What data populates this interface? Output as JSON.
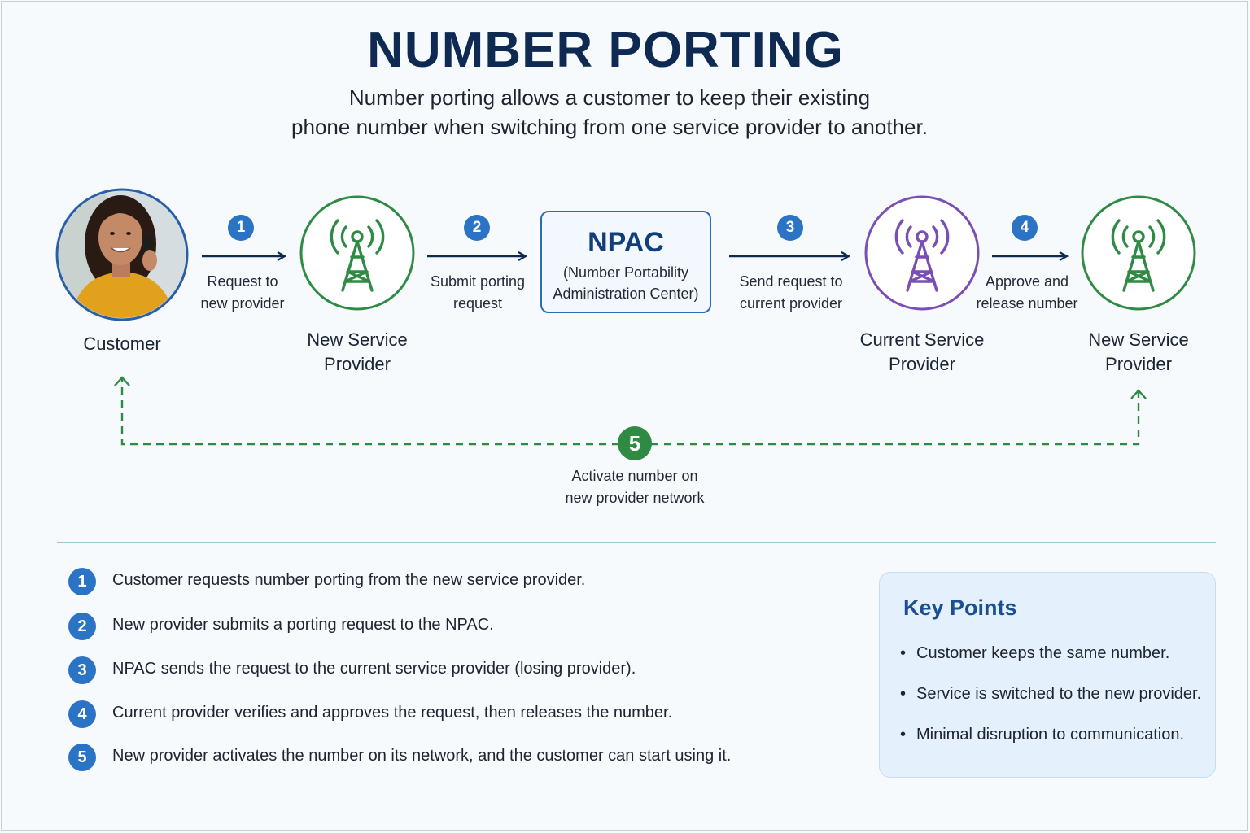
{
  "title": "NUMBER PORTING",
  "subtitle": [
    "Number porting allows a customer to keep their existing",
    "phone number when switching from one service provider to another."
  ],
  "colors": {
    "navy": "#0f2a52",
    "blue_badge": "#2b73c4",
    "green_tower": "#2f8a44",
    "purple_tower": "#7a4fb4",
    "npac_border": "#2b6cb8",
    "dashed_green": "#2f8a44"
  },
  "nodes": {
    "customer": {
      "label": [
        "Customer"
      ],
      "icon": "customer-avatar"
    },
    "new_provider_1": {
      "label": [
        "New Service",
        "Provider"
      ],
      "icon": "cell-tower-icon"
    },
    "npac": {
      "name": "NPAC",
      "full": [
        "(Number Portability",
        "Administration Center)"
      ]
    },
    "current_provider": {
      "label": [
        "Current Service",
        "Provider"
      ],
      "icon": "cell-tower-icon"
    },
    "new_provider_2": {
      "label": [
        "New Service",
        "Provider"
      ],
      "icon": "cell-tower-icon"
    }
  },
  "flow": [
    {
      "num": "1",
      "label": [
        "Request to",
        "new provider"
      ]
    },
    {
      "num": "2",
      "label": [
        "Submit porting",
        "request"
      ]
    },
    {
      "num": "3",
      "label": [
        "Send request to",
        "current provider"
      ]
    },
    {
      "num": "4",
      "label": [
        "Approve and",
        "release number"
      ]
    },
    {
      "num": "5",
      "label": [
        "Activate number on",
        "new provider network"
      ]
    }
  ],
  "steps": [
    {
      "num": "1",
      "text": "Customer requests number porting from the new service provider."
    },
    {
      "num": "2",
      "text": "New provider submits a porting request to the NPAC."
    },
    {
      "num": "3",
      "text": "NPAC sends the request to the current service provider (losing provider)."
    },
    {
      "num": "4",
      "text": "Current provider verifies and approves the request, then releases the number."
    },
    {
      "num": "5",
      "text": "New provider activates the number on its network, and the customer can start using it."
    }
  ],
  "key_points": {
    "title": "Key Points",
    "items": [
      "Customer keeps the same number.",
      "Service is switched to the new provider.",
      "Minimal disruption to communication."
    ]
  }
}
